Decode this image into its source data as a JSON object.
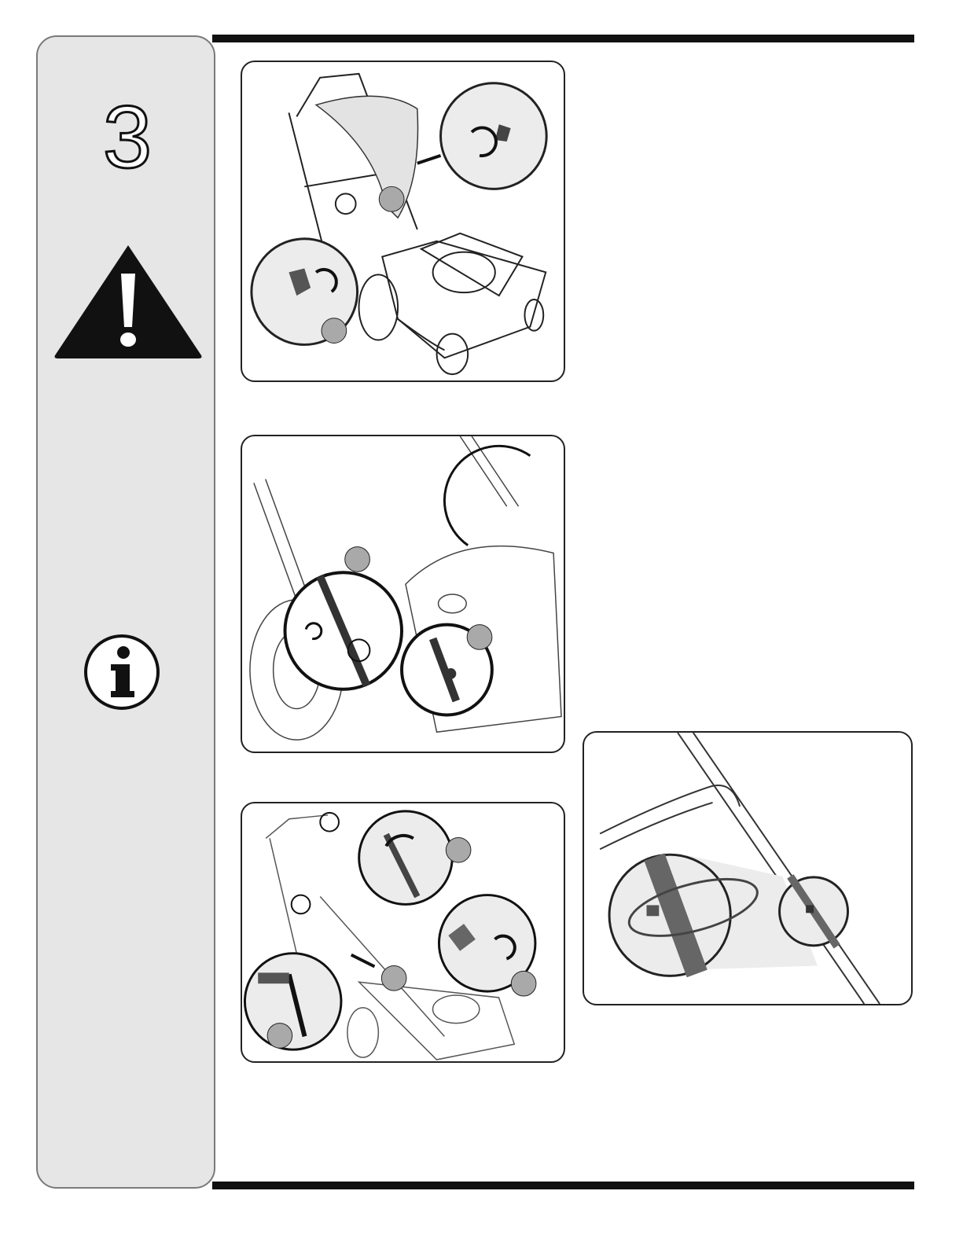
{
  "step": {
    "number": "3"
  },
  "icons": {
    "warning": "warning-triangle-icon",
    "info": "info-icon"
  },
  "colors": {
    "sidebar_bg": "#e6e6e6",
    "rule": "#111111",
    "callout_badge": "#a9a9a9"
  },
  "figures": [
    {
      "id": "fig1",
      "depicts": "lawn-mower-handle-knobs"
    },
    {
      "id": "fig2",
      "depicts": "handle-bracket-bolt-assembly"
    },
    {
      "id": "fig3",
      "depicts": "control-cable-routing"
    },
    {
      "id": "fig4",
      "depicts": "cable-tie-on-handle"
    }
  ]
}
